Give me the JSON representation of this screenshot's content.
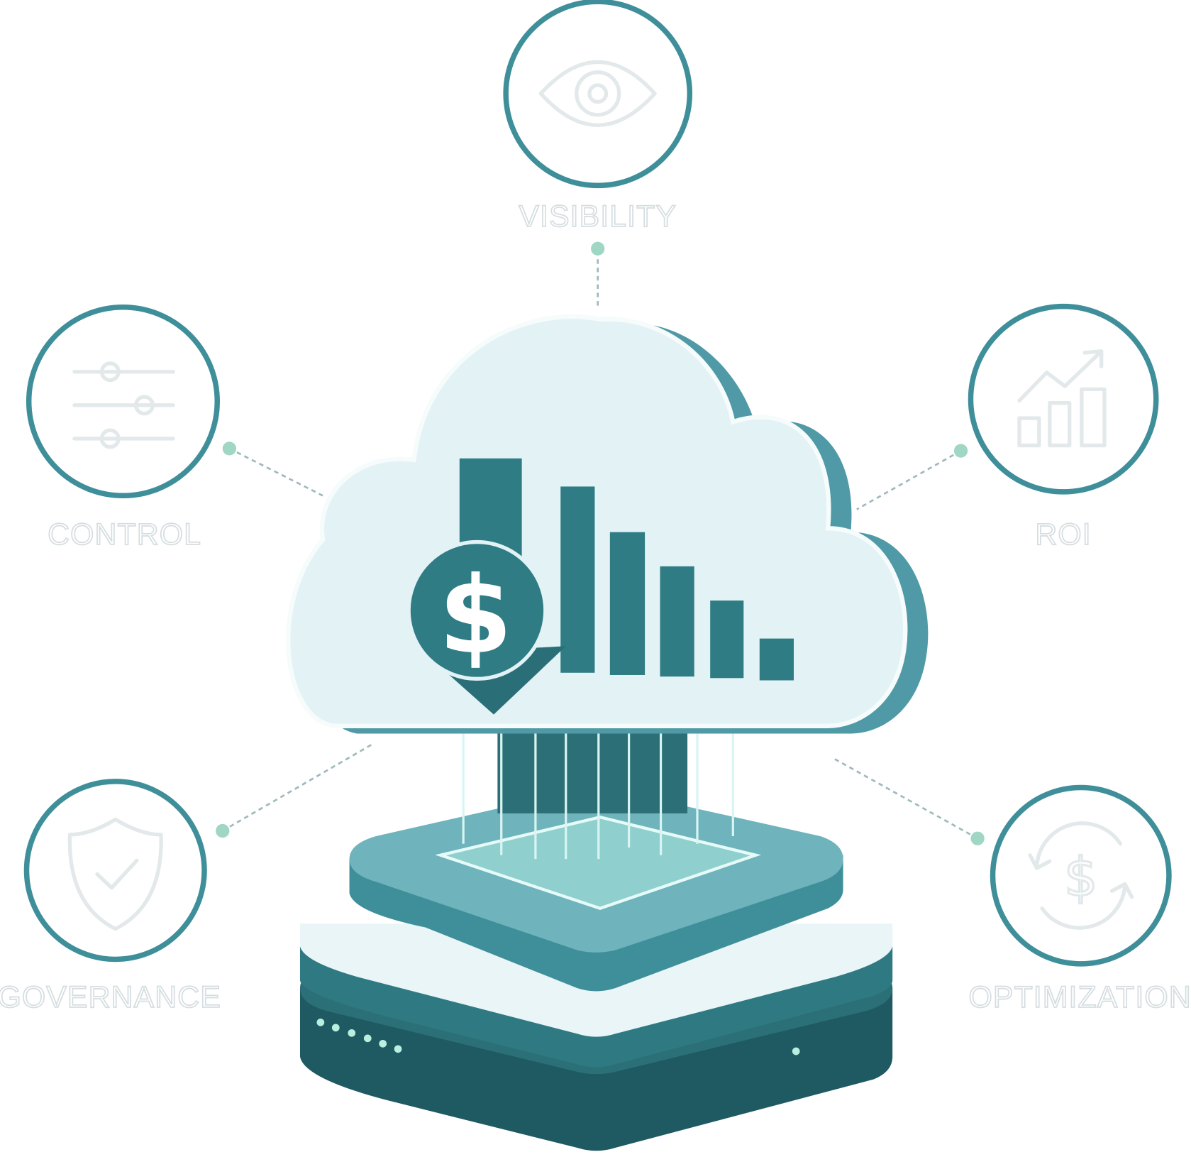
{
  "nodes": [
    {
      "id": "visibility",
      "label": "VISIBILITY",
      "icon": "eye-icon"
    },
    {
      "id": "control",
      "label": "CONTROL",
      "icon": "sliders-icon"
    },
    {
      "id": "roi",
      "label": "ROI",
      "icon": "growth-chart-icon"
    },
    {
      "id": "governance",
      "label": "GOVERNANCE",
      "icon": "shield-check-icon"
    },
    {
      "id": "optimization",
      "label": "OPTIMIZATION",
      "icon": "dollar-cycle-icon"
    }
  ],
  "center": {
    "symbol": "$",
    "icon": "cloud-cost-chart-icon"
  },
  "colors": {
    "ring": "#3f8f9a",
    "bar": "#2f7c84",
    "cloud": "#e4f3f6",
    "server": "#1f5f66",
    "accent": "#9fd6c4"
  }
}
